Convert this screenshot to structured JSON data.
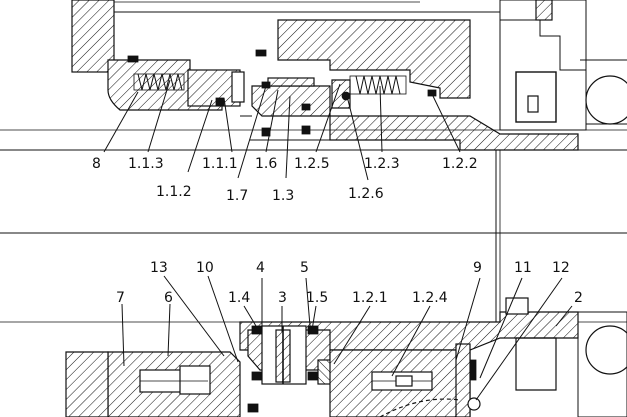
{
  "labels_upper": {
    "l8": "8",
    "l113": "1.1.3",
    "l111": "1.1.1",
    "l112": "1.1.2",
    "l17": "1.7",
    "l16": "1.6",
    "l13": "1.3",
    "l125": "1.2.5",
    "l126": "1.2.6",
    "l123": "1.2.3",
    "l122": "1.2.2"
  },
  "labels_lower": {
    "l13b": "13",
    "l10": "10",
    "l4": "4",
    "l5": "5",
    "l9": "9",
    "l11": "11",
    "l12": "12",
    "l7": "7",
    "l6": "6",
    "l14": "1.4",
    "l3": "3",
    "l15": "1.5",
    "l121": "1.2.1",
    "l124": "1.2.4",
    "l2": "2"
  }
}
